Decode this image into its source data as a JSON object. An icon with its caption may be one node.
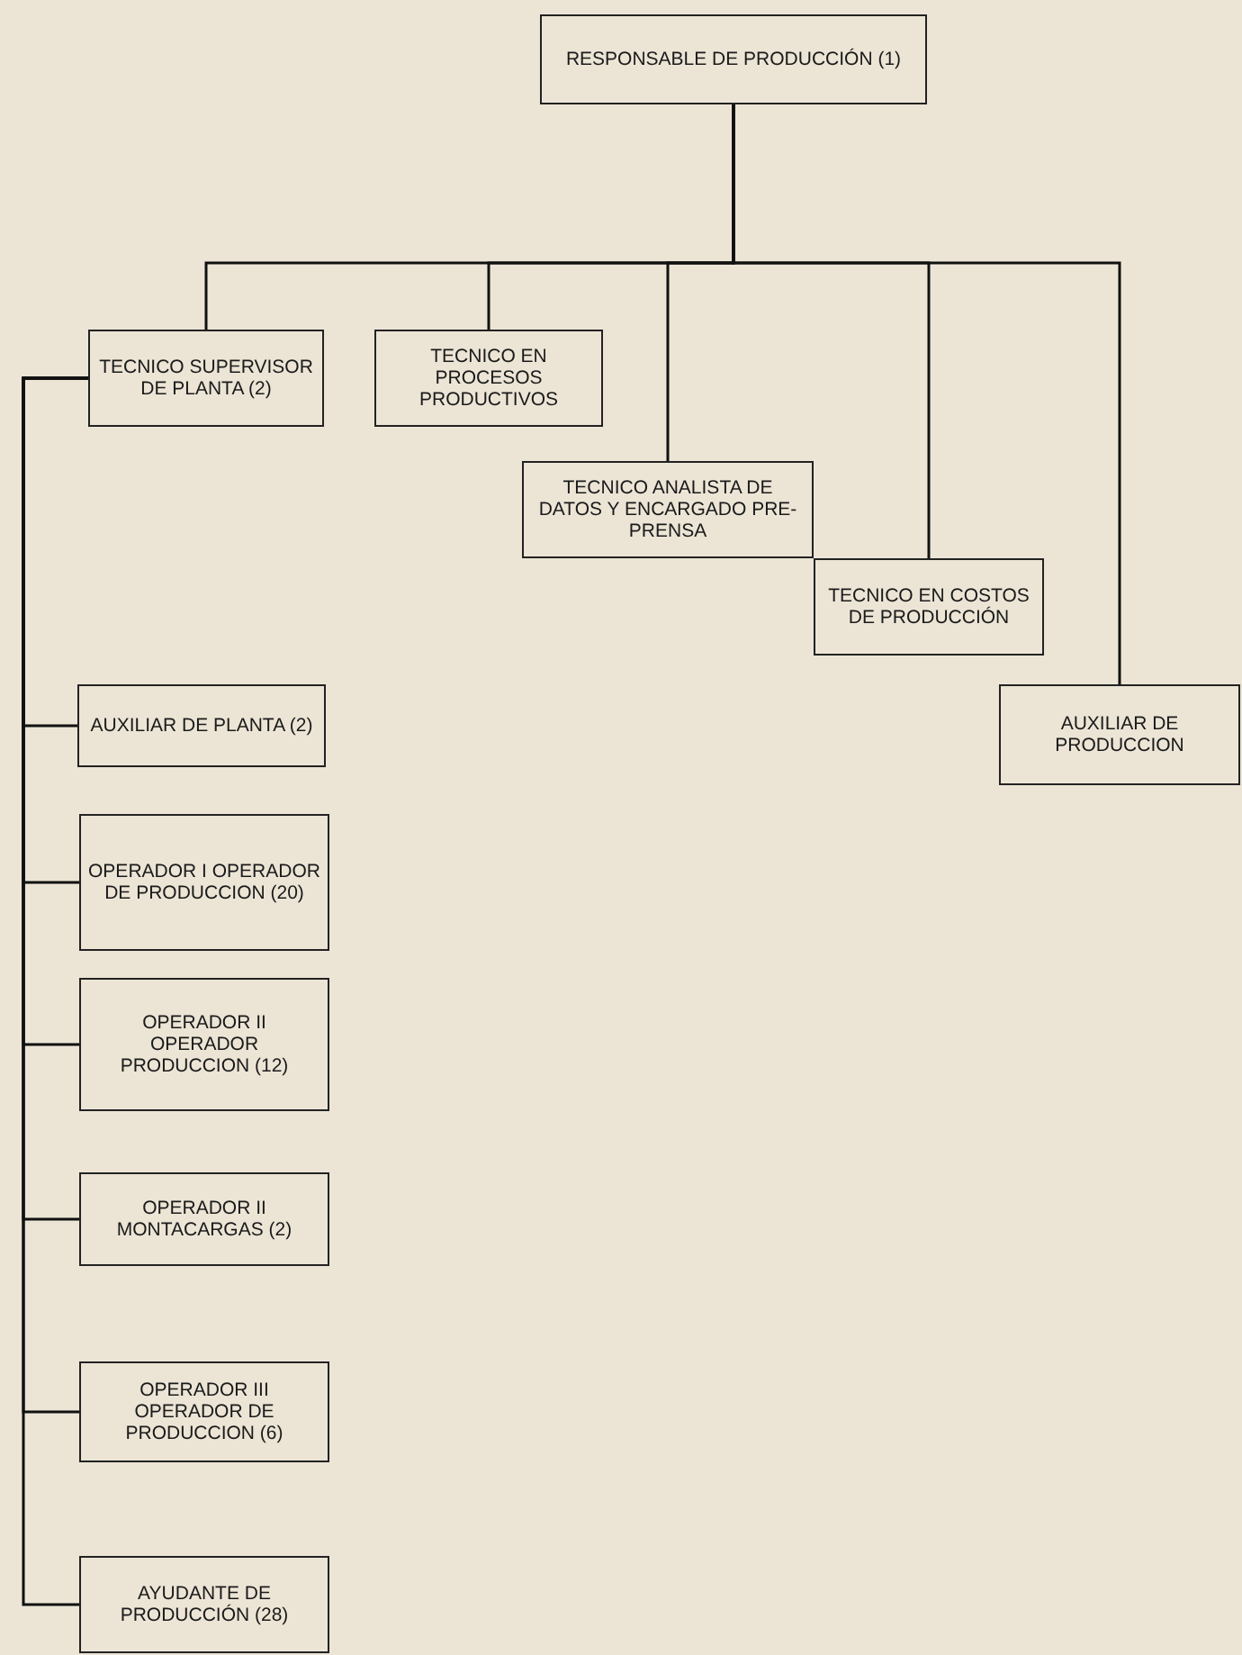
{
  "diagram": {
    "nodes": [
      {
        "text": [
          "RESPONSABLE DE PRODUCCIÓN (1)"
        ]
      },
      {
        "text": [
          "TECNICO SUPERVISOR DE PLANTA (2)"
        ]
      },
      {
        "text": [
          "TECNICO EN PROCESOS PRODUCTIVOS"
        ]
      },
      {
        "text": [
          "TECNICO ANALISTA DE DATOS Y ENCARGADO PRE-PRENSA"
        ]
      },
      {
        "text": [
          "TECNICO EN COSTOS DE PRODUCCIÓN"
        ]
      },
      {
        "text": [
          "AUXILIAR DE PRODUCCION"
        ]
      },
      {
        "text": [
          "AUXILIAR DE PLANTA (2)"
        ]
      },
      {
        "text": [
          "OPERADOR I OPERADOR DE PRODUCCION (20)"
        ]
      },
      {
        "text": [
          "OPERADOR II OPERADOR PRODUCCION (12)"
        ]
      },
      {
        "text": [
          "OPERADOR II MONTACARGAS (2)"
        ]
      },
      {
        "text": [
          "OPERADOR III OPERADOR DE PRODUCCION (6)"
        ]
      },
      {
        "text": [
          "AYUDANTE DE PRODUCCIÓN (28)"
        ]
      }
    ],
    "edges": [
      {
        "from": 0,
        "to": 1,
        "arrow": "none"
      },
      {
        "from": 0,
        "to": 2,
        "arrow": "none"
      },
      {
        "from": 0,
        "to": 3,
        "arrow": "none"
      },
      {
        "from": 0,
        "to": 4,
        "arrow": "none"
      },
      {
        "from": 0,
        "to": 5,
        "arrow": "none"
      },
      {
        "from": 1,
        "to": 6,
        "arrow": "none"
      },
      {
        "from": 1,
        "to": 7,
        "arrow": "none"
      },
      {
        "from": 1,
        "to": 8,
        "arrow": "none"
      },
      {
        "from": 1,
        "to": 9,
        "arrow": "none"
      },
      {
        "from": 1,
        "to": 10,
        "arrow": "none"
      },
      {
        "from": 1,
        "to": 11,
        "arrow": "none"
      }
    ]
  }
}
